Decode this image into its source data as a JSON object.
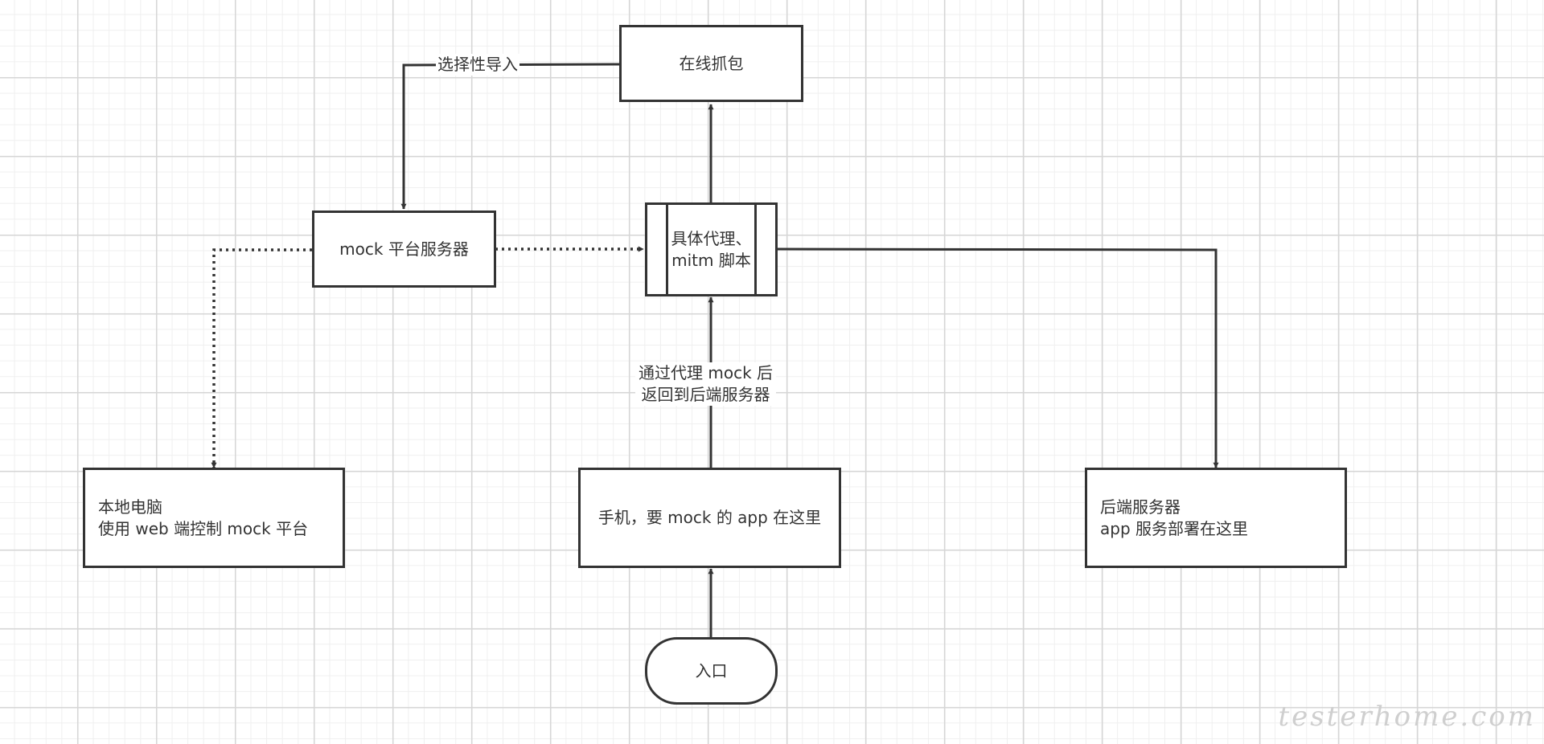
{
  "nodes": {
    "capture": "在线抓包",
    "mock_server": "mock 平台服务器",
    "proxy": {
      "line1": "具体代理、",
      "line2": "mitm 脚本"
    },
    "local_pc": {
      "line1": "本地电脑",
      "line2": "使用 web 端控制 mock 平台"
    },
    "phone": "手机，要 mock 的 app 在这里",
    "backend": {
      "line1": "后端服务器",
      "line2": "app 服务部署在这里"
    },
    "entry": "入口"
  },
  "edge_labels": {
    "import": "选择性导入",
    "via_proxy": {
      "line1": "通过代理 mock 后",
      "line2": "返回到后端服务器"
    }
  },
  "watermark": "testerhome.com",
  "colors": {
    "stroke": "#333333",
    "grid_major": "#d6d6d6",
    "grid_minor": "#efefef",
    "background": "#ffffff"
  }
}
